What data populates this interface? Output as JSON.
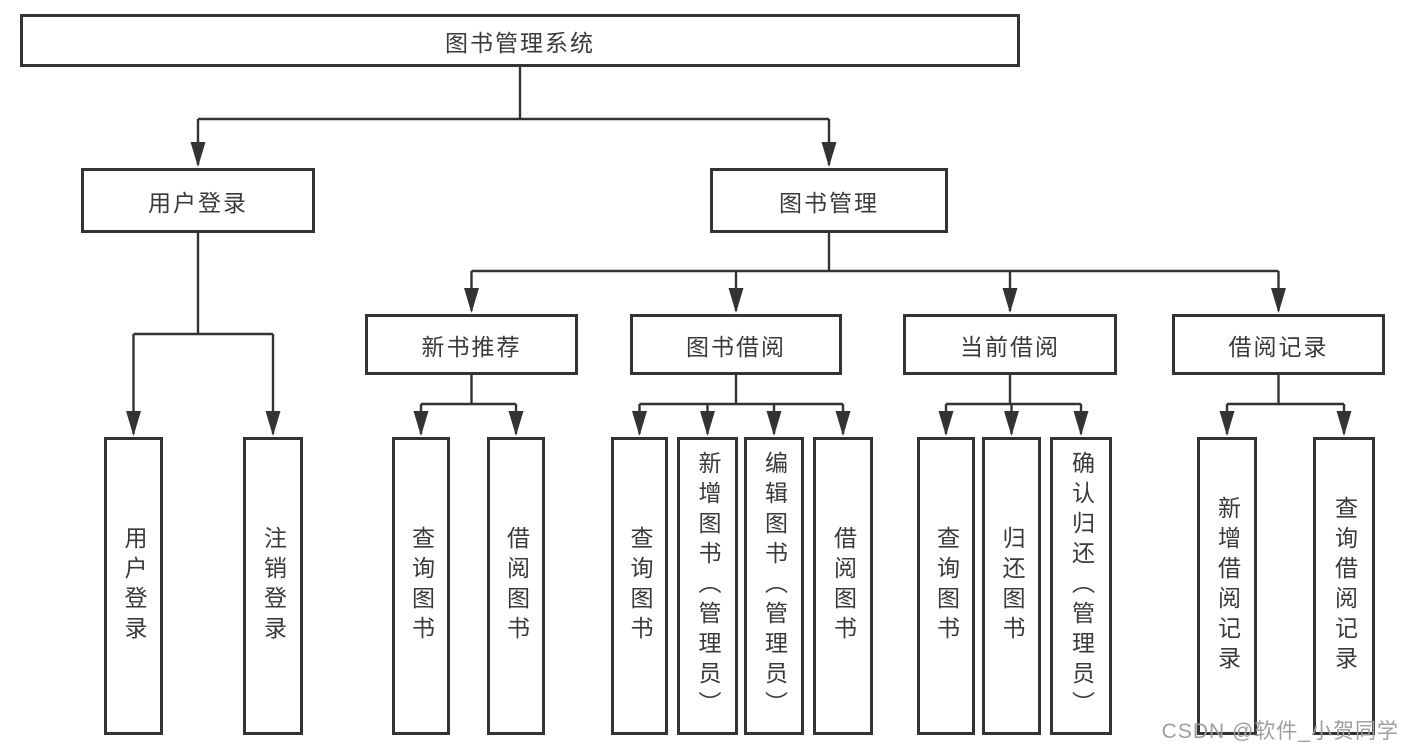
{
  "diagram": {
    "type": "hierarchy-tree",
    "root": {
      "label": "图书管理系统",
      "children": [
        {
          "label": "用户登录",
          "children": [
            {
              "label": "用户登录"
            },
            {
              "label": "注销登录"
            }
          ]
        },
        {
          "label": "图书管理",
          "children": [
            {
              "label": "新书推荐",
              "children": [
                {
                  "label": "查询图书"
                },
                {
                  "label": "借阅图书"
                }
              ]
            },
            {
              "label": "图书借阅",
              "children": [
                {
                  "label": "查询图书"
                },
                {
                  "label": "新增图书（管理员）"
                },
                {
                  "label": "编辑图书（管理员）"
                },
                {
                  "label": "借阅图书"
                }
              ]
            },
            {
              "label": "当前借阅",
              "children": [
                {
                  "label": "查询图书"
                },
                {
                  "label": "归还图书"
                },
                {
                  "label": "确认归还（管理员）"
                }
              ]
            },
            {
              "label": "借阅记录",
              "children": [
                {
                  "label": "新增借阅记录"
                },
                {
                  "label": "查询借阅记录"
                }
              ]
            }
          ]
        }
      ]
    }
  },
  "watermark": "CSDN @软件_小贺同学",
  "colors": {
    "line": "#333333",
    "text": "#3a3a3a",
    "background": "#ffffff",
    "watermark": "#9e9e9e"
  }
}
